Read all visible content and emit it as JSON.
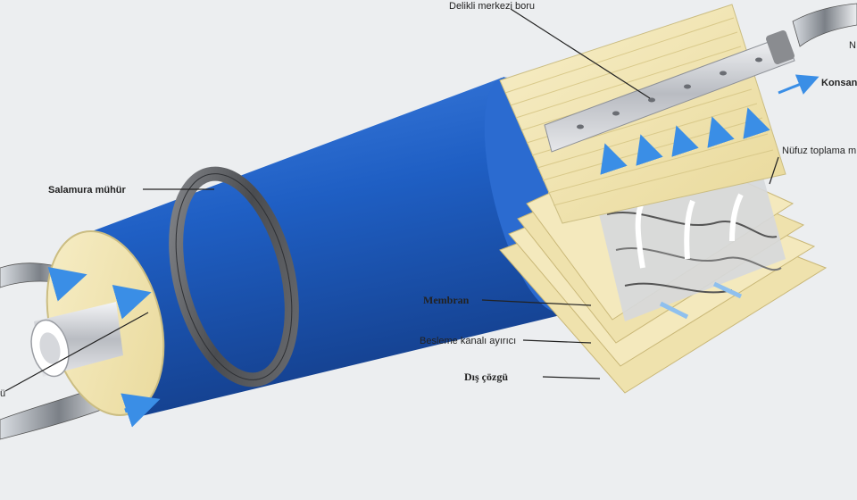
{
  "labels": {
    "perforated_tube": "Delikli merkezi boru",
    "concentrate": "Konsan",
    "permeate_collection": "Nüfuz toplama m",
    "brine_seal": "Salamura mühür",
    "membrane": "Membran",
    "feed_spacer": "Besleme kanalı ayırıcı",
    "outer_wrap": "Dış çözgü",
    "left_edge_partial": "ü",
    "top_right_partial": "N"
  },
  "colors": {
    "cylinder_blue": "#1f5fc4",
    "cylinder_blue_light": "#4a8be6",
    "membrane_cream": "#f2e6b6",
    "seal_gray": "#5a5c60",
    "arrow_blue": "#3a8ee6",
    "background": "#eceef0"
  },
  "icons": [
    "flow-arrow-icon",
    "water-stream-icon"
  ]
}
